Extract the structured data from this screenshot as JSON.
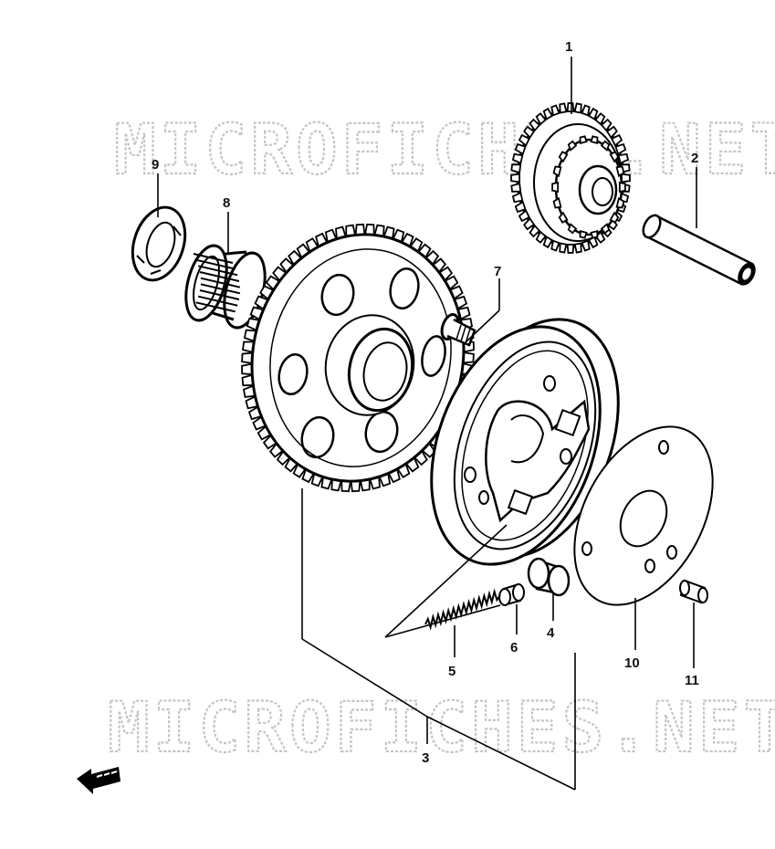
{
  "watermark": {
    "top": "MICROFICHES.NET",
    "bottom": "MICROFICHES.NET"
  },
  "callouts": [
    {
      "id": "1",
      "text": "1"
    },
    {
      "id": "2",
      "text": "2"
    },
    {
      "id": "3",
      "text": "3"
    },
    {
      "id": "4",
      "text": "4"
    },
    {
      "id": "5",
      "text": "5"
    },
    {
      "id": "6",
      "text": "6"
    },
    {
      "id": "7",
      "text": "7"
    },
    {
      "id": "8",
      "text": "8"
    },
    {
      "id": "9",
      "text": "9"
    },
    {
      "id": "10",
      "text": "10"
    },
    {
      "id": "11",
      "text": "11"
    }
  ],
  "front_arrow": {
    "icon": "front-direction-arrow-icon"
  }
}
